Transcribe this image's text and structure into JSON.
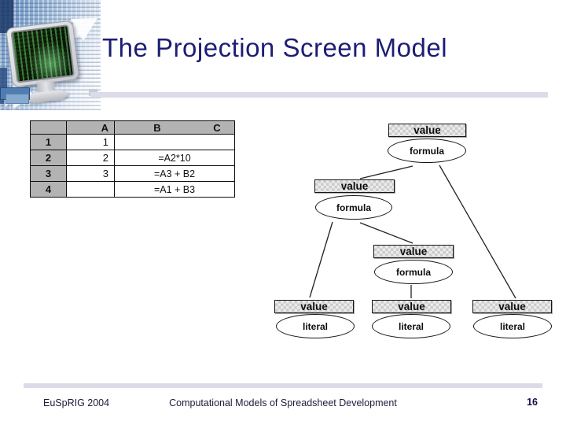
{
  "slide": {
    "title": "The Projection Screen Model",
    "footer": {
      "left": "EuSpRIG 2004",
      "center": "Computational Models of Spreadsheet Development",
      "page_number": "16"
    }
  },
  "spreadsheet": {
    "column_headers": [
      "",
      "A",
      "B",
      "C"
    ],
    "rows": [
      {
        "header": "1",
        "a": "1",
        "bc": ""
      },
      {
        "header": "2",
        "a": "2",
        "bc": "=A2*10"
      },
      {
        "header": "3",
        "a": "3",
        "bc": "=A3 + B2"
      },
      {
        "header": "4",
        "a": "",
        "bc": "=A1 + B3"
      }
    ]
  },
  "tree": {
    "nodes": [
      {
        "box_label": "value",
        "inner_label": "formula"
      },
      {
        "box_label": "value",
        "inner_label": "formula"
      },
      {
        "box_label": "value",
        "inner_label": "formula"
      },
      {
        "box_label": "value",
        "inner_label": "literal"
      },
      {
        "box_label": "value",
        "inner_label": "literal"
      },
      {
        "box_label": "value",
        "inner_label": "literal"
      }
    ],
    "edges": [
      [
        0,
        1
      ],
      [
        0,
        5
      ],
      [
        1,
        3
      ],
      [
        1,
        2
      ],
      [
        2,
        4
      ]
    ]
  },
  "colors": {
    "title_navy": "#1d1d75",
    "rule_lavender": "#dcdce8",
    "table_header_gray": "#b3b3b3",
    "node_border": "#151515",
    "screen_green": "#6ed76e"
  }
}
